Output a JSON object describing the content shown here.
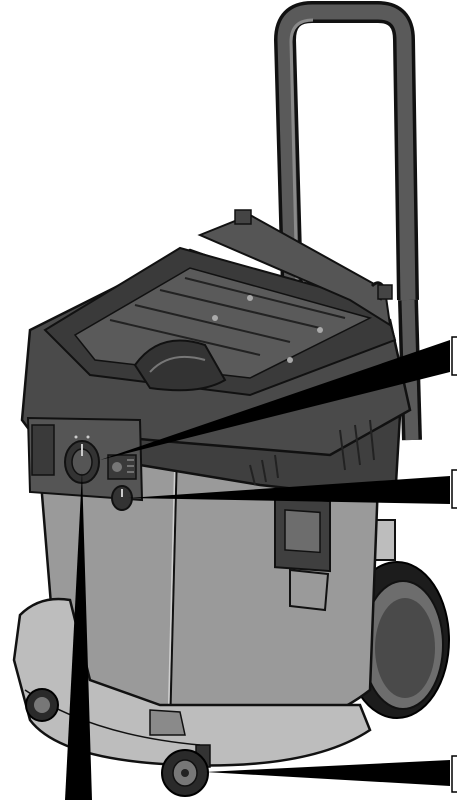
{
  "figure": {
    "subject": "wet-dry-vacuum-cleaner",
    "colors": {
      "background": "#ffffff",
      "dark_body": "#3f3f3f",
      "mid_body": "#5a5a5a",
      "container_grey": "#9a9a9a",
      "light_grey": "#bdbdbd",
      "outline": "#111111",
      "callout": "#000000"
    },
    "callouts": [
      {
        "id": "control-panel",
        "target": "control-panel"
      },
      {
        "id": "mode-switch",
        "target": "mode-switch"
      },
      {
        "id": "castor-wheel",
        "target": "castor-wheel"
      },
      {
        "id": "suction-port",
        "target": "suction-port"
      }
    ]
  }
}
